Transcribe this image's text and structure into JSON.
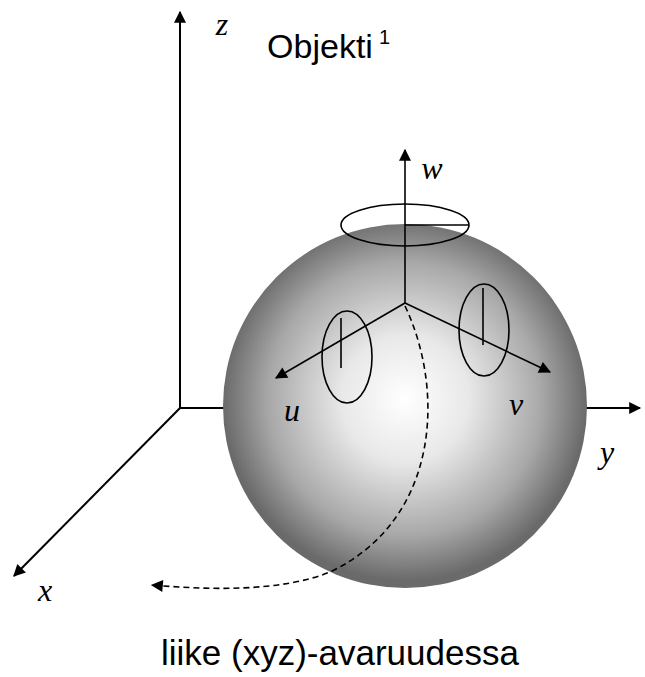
{
  "diagram": {
    "caption": "liike (xyz)-avaruudessa",
    "labels": [
      "Objekti",
      "1",
      "z",
      "y",
      "x",
      "w",
      "u",
      "v"
    ]
  }
}
